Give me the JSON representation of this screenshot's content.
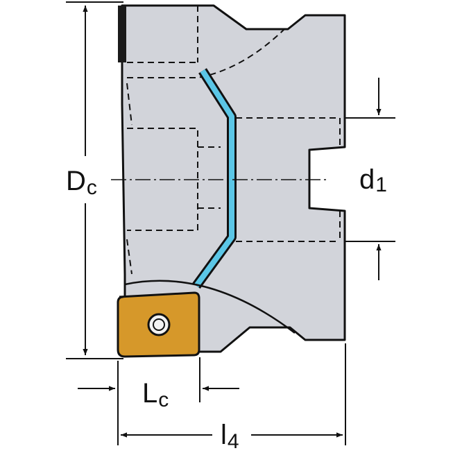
{
  "labels": {
    "dc_main": "D",
    "dc_sub": "c",
    "d1_main": "d",
    "d1_sub": "1",
    "lc_main": "L",
    "lc_sub": "c",
    "l4_main": "l",
    "l4_sub": "4"
  },
  "colors": {
    "body": "#d2d4da",
    "outline": "#111111",
    "coolant": "#5bc6e6",
    "insert": "#d6982a",
    "insert_hole": "#f2f2f2"
  }
}
